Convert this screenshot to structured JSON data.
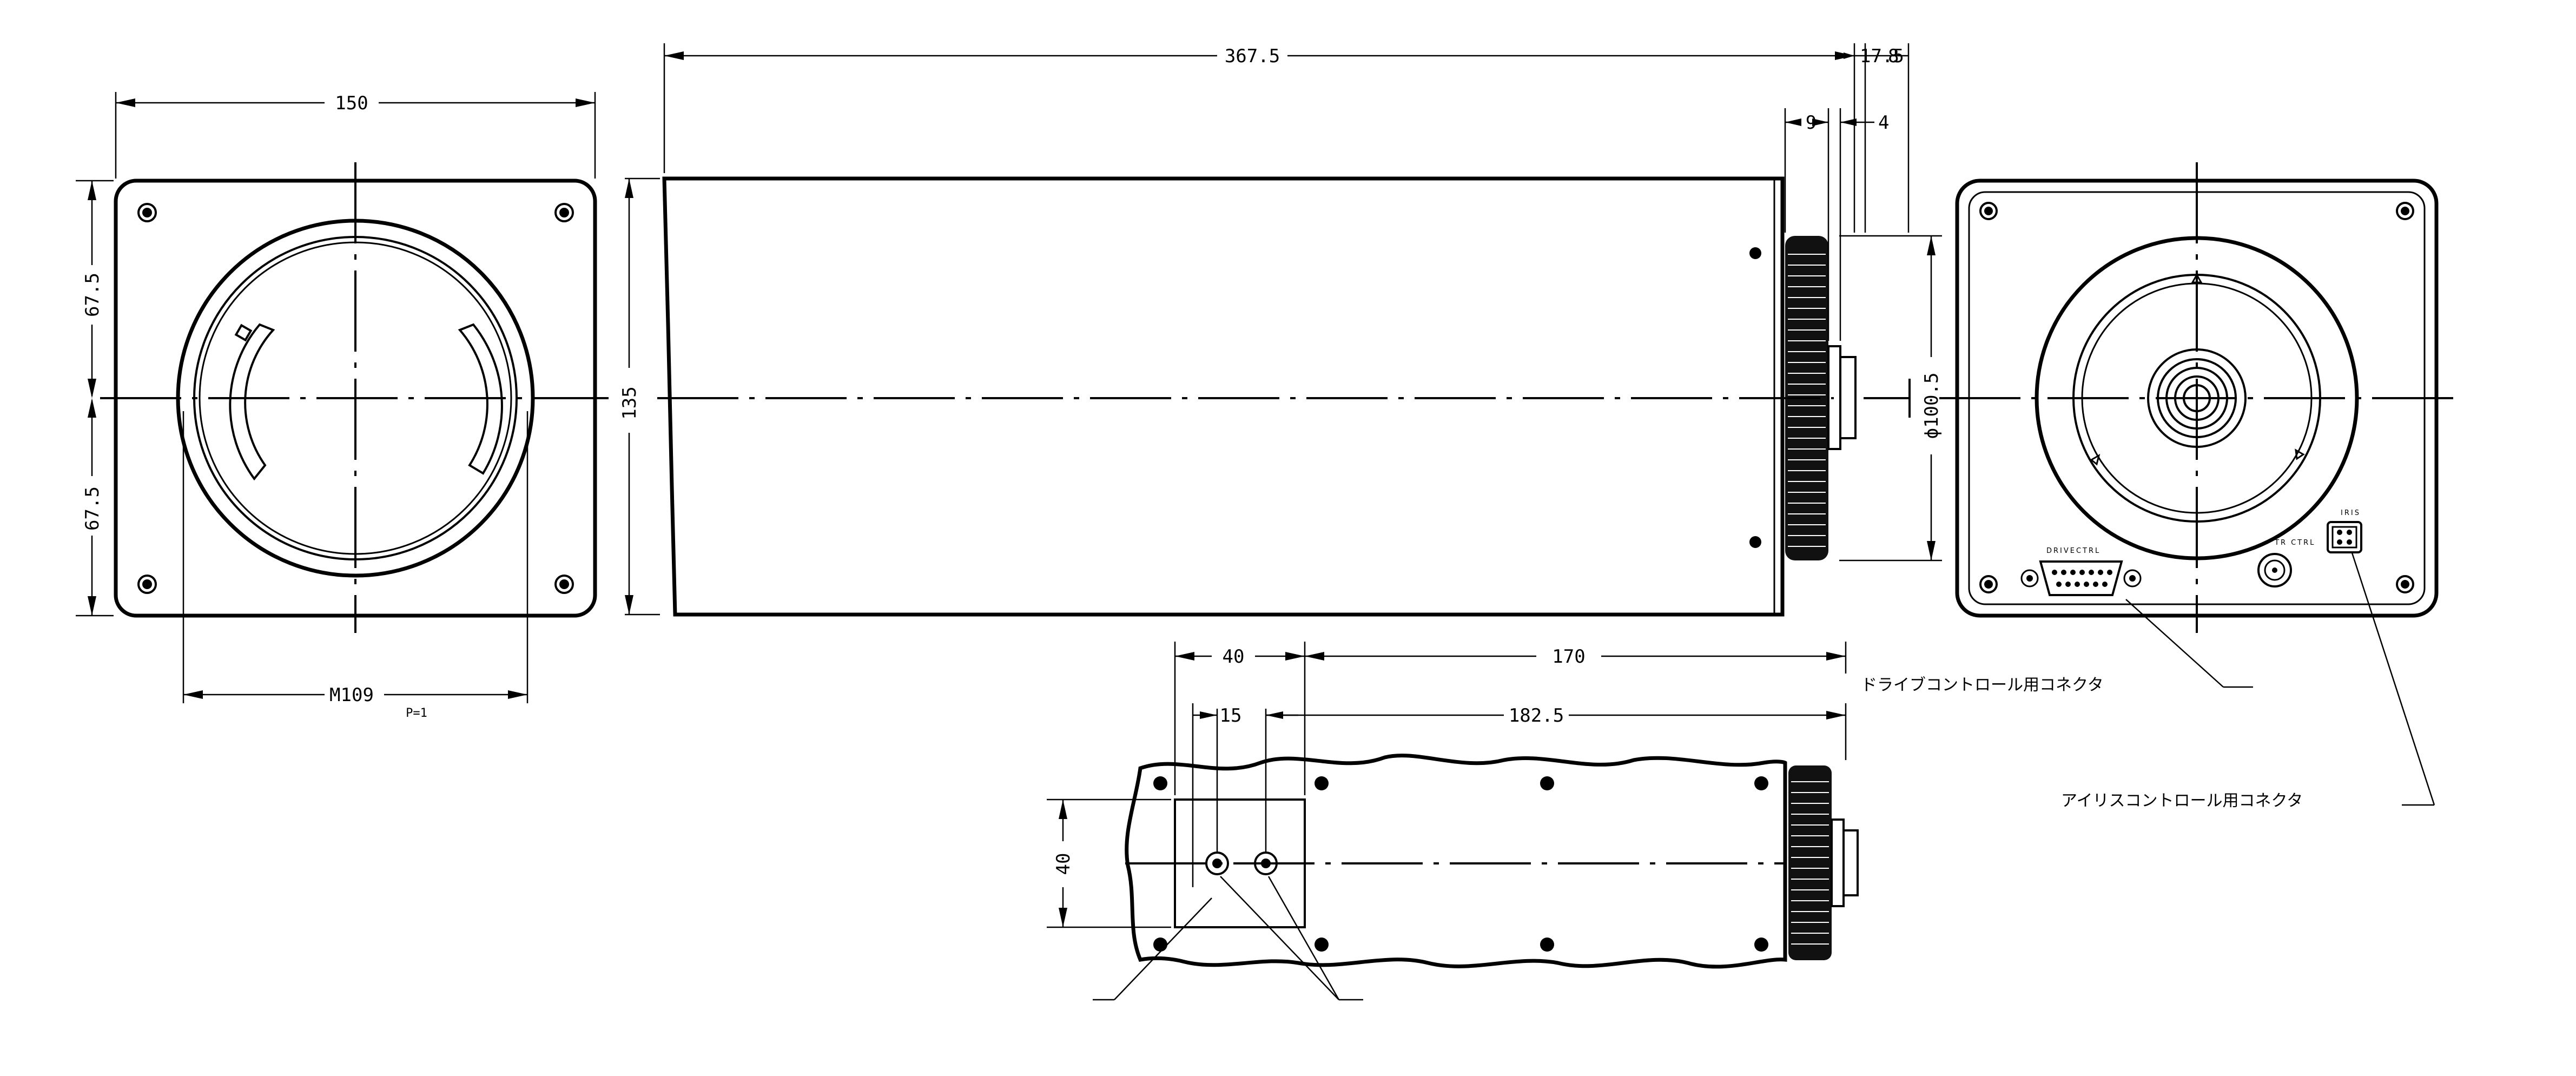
{
  "dimensions": {
    "front_width": "150",
    "front_upper_half": "67.5",
    "front_lower_half": "67.5",
    "front_thread": "M109",
    "front_thread_pitch": "P=1",
    "body_length": "367.5",
    "body_height": "135",
    "ring_width": "17.5",
    "flange_offset": "8",
    "ring_inner": "9",
    "flange_thickness": "4",
    "ring_diameter": "ϕ100.5",
    "bottom_holes_pitch": "40",
    "bottom_to_end": "170",
    "bottom_hole_spacing": "15",
    "bottom_total": "182.5",
    "bottom_plate_width": "40"
  },
  "rear_panel": {
    "drive_label": "DRIVECTRL",
    "trig_label": "TR CTRL",
    "iris_label": "IRIS"
  },
  "annotations": {
    "drive_connector": "ドライブコントロール用コネクタ",
    "iris_connector": "アイリスコントロール用コネクタ"
  }
}
